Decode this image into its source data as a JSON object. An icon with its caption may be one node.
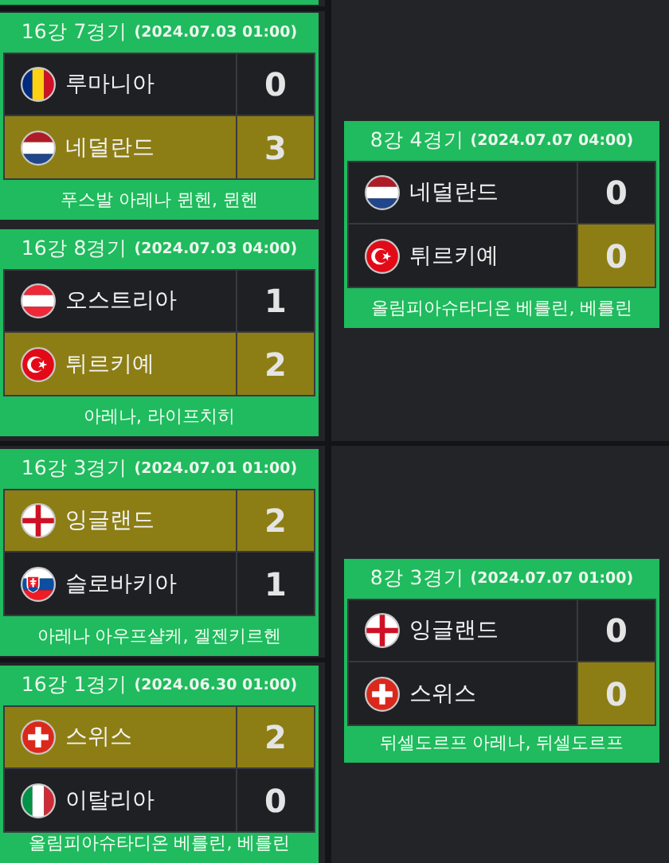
{
  "diagram": {
    "nodes": [
      {
        "text": [],
        "shape": "box"
      },
      {
        "text": [
          "16강 7경기",
          "(2024.07.03 01:00)",
          "푸스발 아레나 뮌헨, 뮌헨"
        ]
      },
      {
        "text": [
          "루마니아",
          "0"
        ],
        "in": 1
      },
      {
        "text": [
          "네덜란드",
          "3"
        ],
        "in": 1
      },
      {
        "text": [
          "16강 8경기",
          "(2024.07.03 04:00)",
          "아레나, 라이프치히"
        ]
      },
      {
        "text": [
          "오스트리아",
          "1"
        ],
        "in": 4
      },
      {
        "text": [
          "튀르키예",
          "2"
        ],
        "in": 4
      },
      {
        "text": [
          "16강 3경기",
          "(2024.07.01 01:00)",
          "아레나 아우프샬케, 겔젠키르헨"
        ]
      },
      {
        "text": [
          "잉글랜드",
          "2"
        ],
        "in": 7
      },
      {
        "text": [
          "슬로바키아",
          "1"
        ],
        "in": 7
      },
      {
        "text": [
          "16강 1경기",
          "(2024.06.30 01:00)",
          "올림피아슈타디온 베를린, 베를린"
        ]
      },
      {
        "text": [
          "스위스",
          "2"
        ],
        "in": 10
      },
      {
        "text": [
          "이탈리아",
          "0"
        ],
        "in": 10
      },
      {
        "text": [
          "8강 4경기",
          "(2024.07.07 04:00)",
          "올림피아슈타디온 베를린, 베를린"
        ]
      },
      {
        "text": [
          "네덜란드",
          "0"
        ],
        "in": 13
      },
      {
        "text": [
          "튀르키예",
          "0"
        ],
        "in": 13
      },
      {
        "text": [
          "8강 3경기",
          "(2024.07.07 01:00)",
          "뒤셀도르프 아레나, 뒤셀도르프"
        ]
      },
      {
        "text": [
          "잉글랜드",
          "0"
        ],
        "in": 16
      },
      {
        "text": [
          "스위스",
          "0"
        ],
        "in": 16
      }
    ]
  }
}
